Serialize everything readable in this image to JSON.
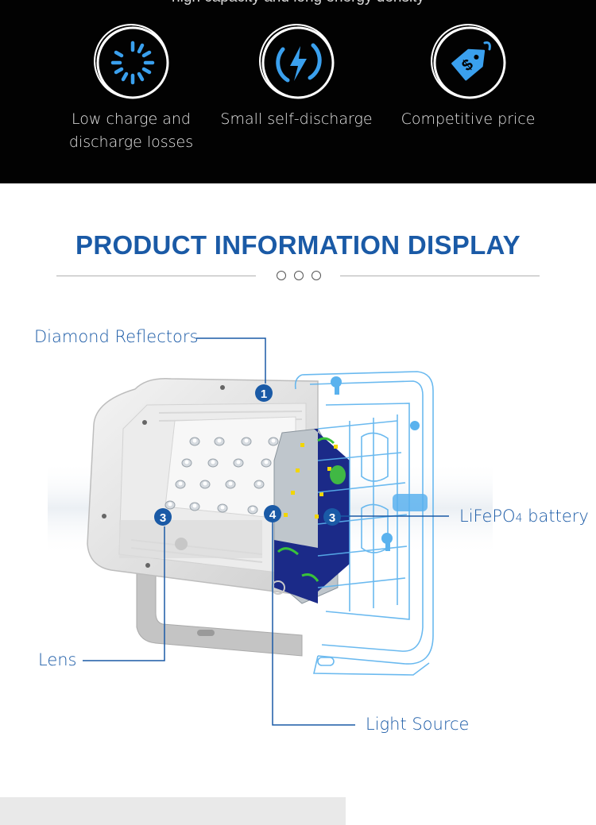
{
  "header": {
    "cut_text": "high capacity and long energy density"
  },
  "features": [
    {
      "icon": "battery-ring-icon",
      "line1": "Low charge and",
      "line2": "discharge losses"
    },
    {
      "icon": "lightning-icon",
      "line1": "Small self-discharge",
      "line2": ""
    },
    {
      "icon": "price-tag-icon",
      "line1": "Competitive price",
      "line2": ""
    }
  ],
  "section": {
    "title": "PRODUCT INFORMATION DISPLAY"
  },
  "callouts": {
    "reflectors": "Diamond Reflectors",
    "battery_main": "LiFePO",
    "battery_sub": "4",
    "battery_tail": " battery",
    "lens": "Lens",
    "light_source": "Light Source"
  },
  "markers": {
    "reflectors": "1",
    "lens": "3",
    "battery": "3",
    "light_source": "4"
  },
  "colors": {
    "accent": "#1a5aa6",
    "icon_blue": "#2b8fe0",
    "band": "#020202"
  }
}
